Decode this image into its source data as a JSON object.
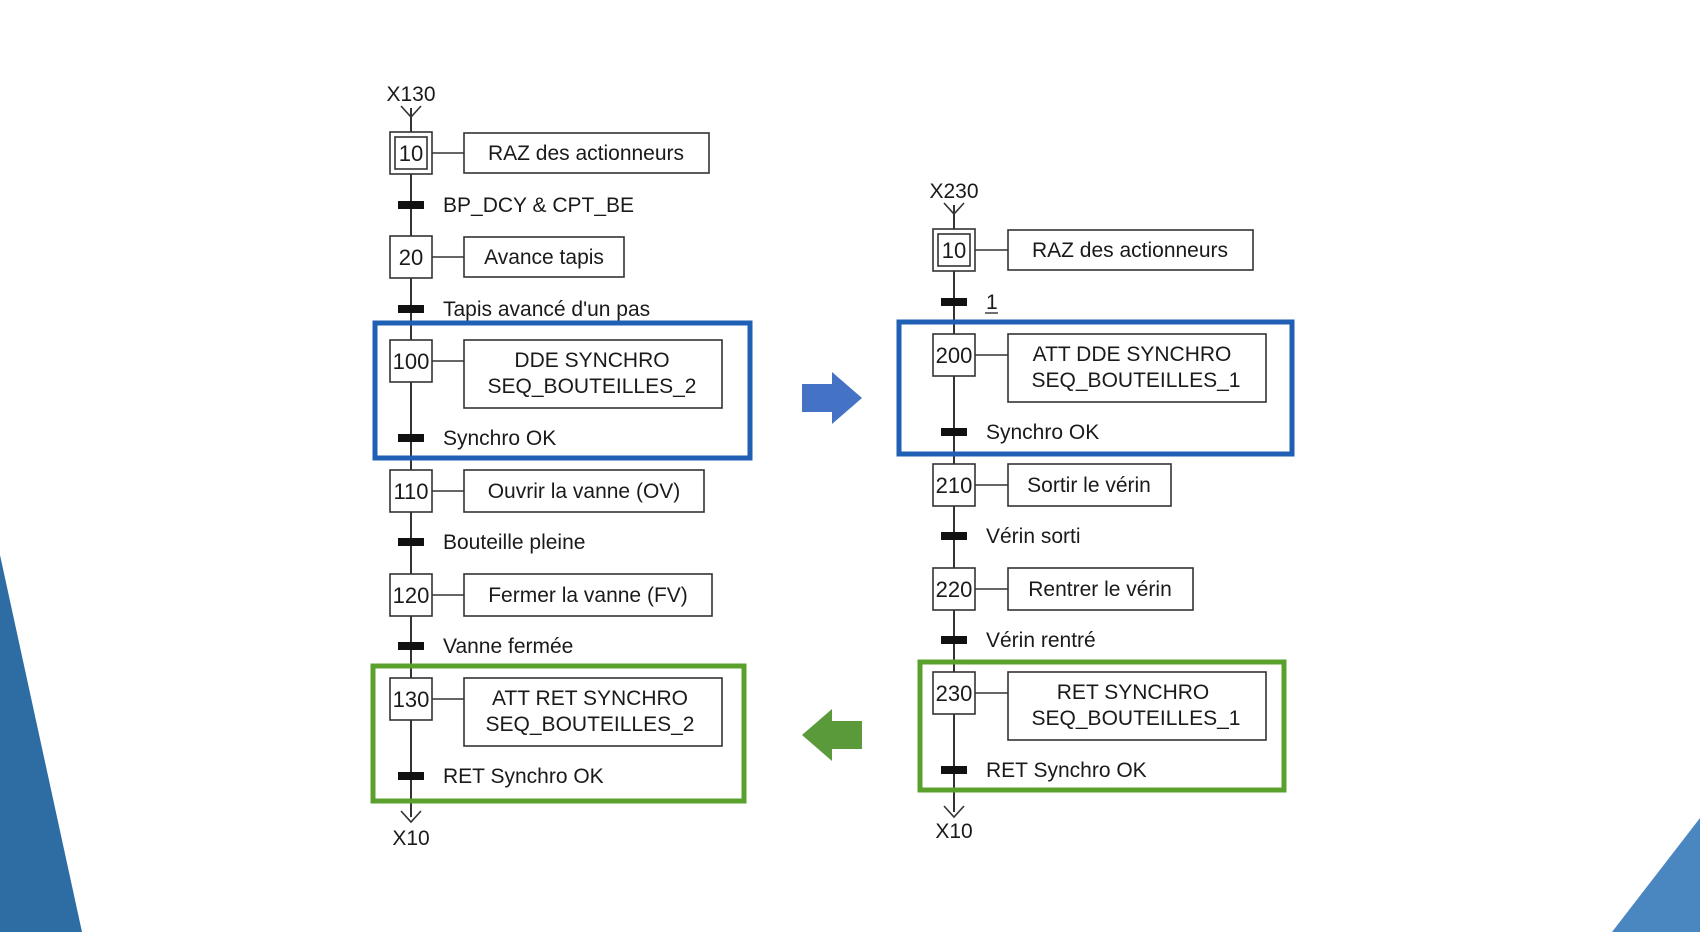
{
  "colors": {
    "blue_highlight": "#1f5fb4",
    "green_highlight": "#5aa02c",
    "arrow_blue": "#4472c4",
    "arrow_green": "#5a9a3a",
    "corner_blue": "#2e6ca4",
    "line": "#333333"
  },
  "grafcet_left": {
    "start_ref": "X130",
    "end_ref": "X10",
    "steps": [
      {
        "id": "10",
        "initial": true,
        "action": [
          "RAZ des actionneurs"
        ]
      },
      {
        "id": "20",
        "initial": false,
        "action": [
          "Avance tapis"
        ]
      },
      {
        "id": "100",
        "initial": false,
        "action": [
          "DDE SYNCHRO",
          "SEQ_BOUTEILLES_2"
        ]
      },
      {
        "id": "110",
        "initial": false,
        "action": [
          "Ouvrir la vanne (OV)"
        ]
      },
      {
        "id": "120",
        "initial": false,
        "action": [
          "Fermer la vanne (FV)"
        ]
      },
      {
        "id": "130",
        "initial": false,
        "action": [
          "ATT RET SYNCHRO",
          "SEQ_BOUTEILLES_2"
        ]
      }
    ],
    "transitions": [
      "BP_DCY & CPT_BE",
      "Tapis avancé d'un pas",
      "Synchro OK",
      "Bouteille pleine",
      "Vanne fermée",
      "RET Synchro OK"
    ]
  },
  "grafcet_right": {
    "start_ref": "X230",
    "end_ref": "X10",
    "steps": [
      {
        "id": "10",
        "initial": true,
        "action": [
          "RAZ des actionneurs"
        ]
      },
      {
        "id": "200",
        "initial": false,
        "action": [
          "ATT DDE SYNCHRO",
          "SEQ_BOUTEILLES_1"
        ]
      },
      {
        "id": "210",
        "initial": false,
        "action": [
          "Sortir le vérin"
        ]
      },
      {
        "id": "220",
        "initial": false,
        "action": [
          "Rentrer le vérin"
        ]
      },
      {
        "id": "230",
        "initial": false,
        "action": [
          "RET SYNCHRO",
          "SEQ_BOUTEILLES_1"
        ]
      }
    ],
    "transitions": [
      "1",
      "Synchro OK",
      "Vérin sorti",
      "Vérin rentré",
      "RET Synchro OK"
    ]
  }
}
